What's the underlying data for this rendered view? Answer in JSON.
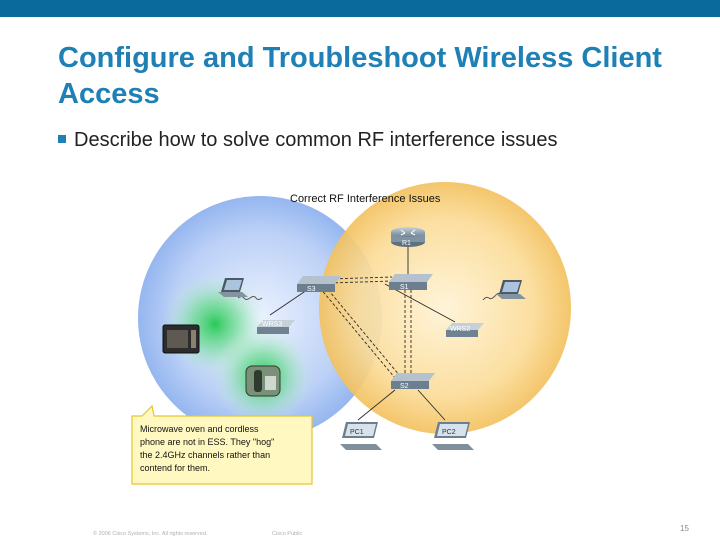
{
  "slide": {
    "title": "Configure and Troubleshoot Wireless Client Access",
    "bullet": "Describe how to solve common RF interference issues",
    "footer_copyright": "© 2006 Cisco Systems, Inc. All rights reserved.",
    "footer_classification": "Cisco Public",
    "page_number": "15"
  },
  "figure": {
    "caption": "Correct RF Interference Issues",
    "devices": {
      "router": "R1",
      "switch_s1": "S1",
      "switch_s2": "S2",
      "switch_s3": "S3",
      "ap_left": "WRS3",
      "ap_right": "WRS2",
      "pc1": "PC1",
      "pc2": "PC2"
    },
    "callout_lines": [
      "Microwave oven and cordless",
      "phone are not in ESS. They \"hog\"",
      "the 2.4GHz channels rather than",
      "contend for them."
    ],
    "colors": {
      "left_coverage": "#8fb2ef",
      "right_coverage": "#f7c96a",
      "interference": "#2fcf60",
      "callout_bg": "#fff8c0",
      "callout_border": "#e7c531"
    }
  }
}
